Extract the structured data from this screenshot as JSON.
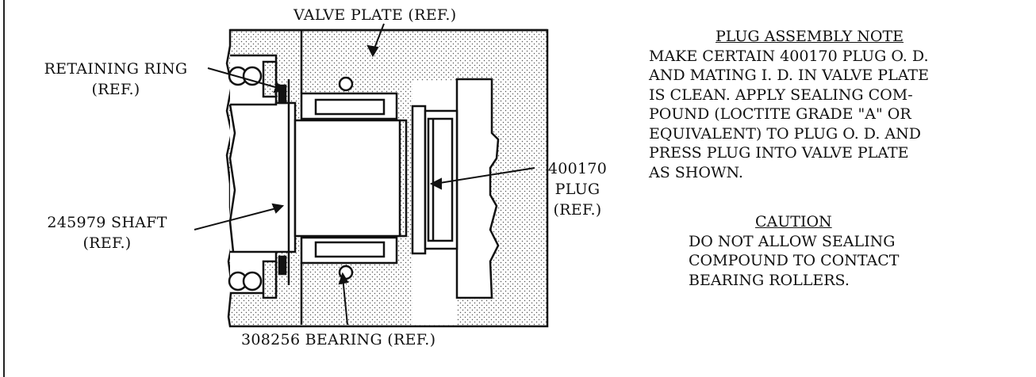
{
  "labels": {
    "valve_plate": "VALVE PLATE (REF.)",
    "retaining_ring": [
      "RETAINING RING",
      "(REF.)"
    ],
    "shaft": [
      "245979 SHAFT",
      "(REF.)"
    ],
    "plug": [
      "400170",
      "PLUG",
      "(REF.)"
    ],
    "bearing": "308256 BEARING (REF.)"
  },
  "note": {
    "title": "PLUG ASSEMBLY NOTE",
    "lines": [
      "MAKE CERTAIN 400170 PLUG O. D.",
      "AND MATING I. D. IN VALVE PLATE",
      "IS CLEAN.  APPLY SEALING COM-",
      "POUND (LOCTITE GRADE \"A\" OR",
      "EQUIVALENT) TO PLUG O. D. AND",
      "PRESS PLUG INTO VALVE PLATE",
      "AS SHOWN."
    ]
  },
  "caution": {
    "title": "CAUTION",
    "lines": [
      "DO NOT ALLOW SEALING",
      "COMPOUND TO CONTACT",
      "BEARING ROLLERS."
    ]
  }
}
